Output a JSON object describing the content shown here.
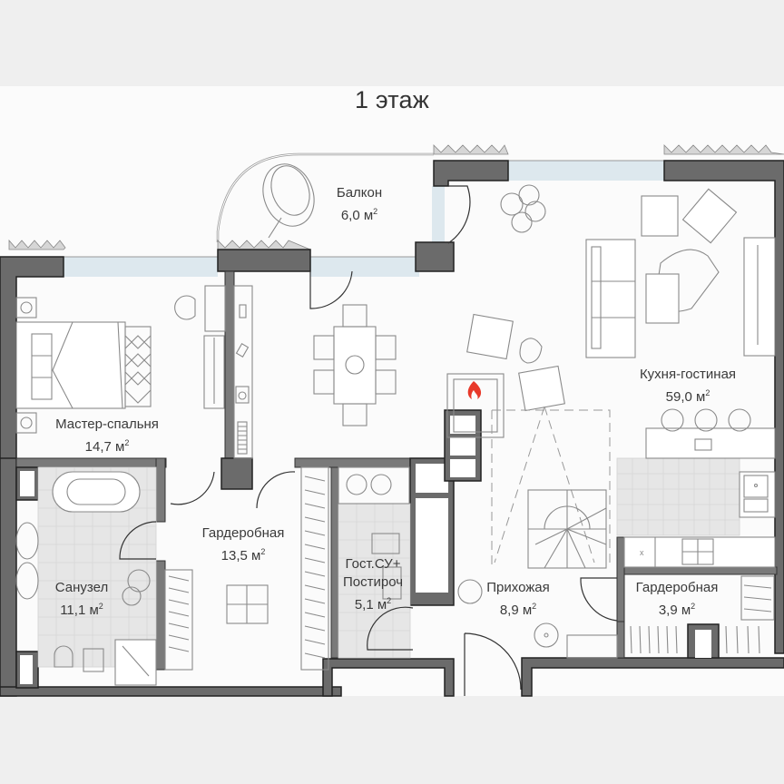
{
  "plan": {
    "floor_title": "1 этаж",
    "area_unit": "м",
    "area_unit_power": "2",
    "colors": {
      "wall": "#6b6b6b",
      "glass": "#dde8ee",
      "tile": "#e6e6e6",
      "fire": "#e8392a",
      "background_band": "#efefef",
      "plan_background": "#fbfbfb"
    },
    "rooms": [
      {
        "id": "balcony",
        "name": "Балкон",
        "area": "6,0"
      },
      {
        "id": "kitchen-living",
        "name": "Кухня-гостиная",
        "area": "59,0"
      },
      {
        "id": "master-bedroom",
        "name": "Мастер-спальня",
        "area": "14,7"
      },
      {
        "id": "dressing-room-large",
        "name": "Гардеробная",
        "area": "13,5"
      },
      {
        "id": "bathroom",
        "name": "Санузел",
        "area": "11,1"
      },
      {
        "id": "guest-wc-laundry",
        "name": "Гост.СУ+\nПостироч",
        "name_line1": "Гост.СУ+",
        "name_line2": "Постироч",
        "area": "5,1"
      },
      {
        "id": "hallway",
        "name": "Прихожая",
        "area": "8,9"
      },
      {
        "id": "dressing-room-small",
        "name": "Гардеробная",
        "area": "3,9"
      }
    ],
    "icons": [
      "fireplace-icon",
      "spiral-staircase-icon",
      "plant-icon",
      "bed-icon",
      "bathtub-icon",
      "washing-machine-icon",
      "stove-icon",
      "sink-icon",
      "toilet-icon",
      "shower-icon",
      "sofa-icon",
      "armchair-icon",
      "dining-table-icon"
    ]
  }
}
